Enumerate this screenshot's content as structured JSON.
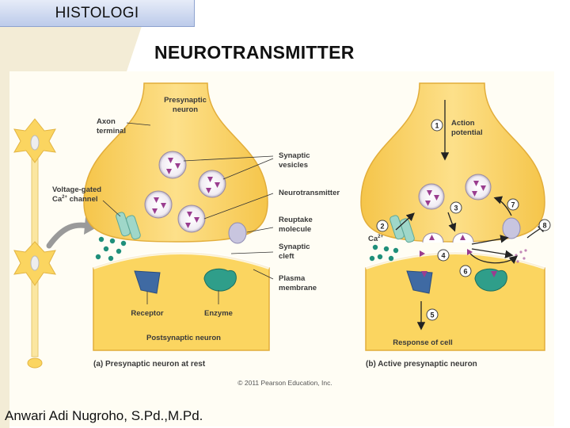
{
  "header": {
    "course_title": "HISTOLOGI",
    "slide_title": "NEUROTRANSMITTER"
  },
  "footer": {
    "author": "Anwari Adi Nugroho, S.Pd.,M.Pd."
  },
  "diagram": {
    "panel_a": {
      "labels": {
        "presynaptic_1": "Presynaptic",
        "presynaptic_2": "neuron",
        "axon_1": "Axon",
        "axon_2": "terminal",
        "vgc_1": "Voltage-gated",
        "vgc_2_pre": "Ca",
        "vgc_2_sup": "2+",
        "vgc_2_post": " channel",
        "vesicles_1": "Synaptic",
        "vesicles_2": "vesicles",
        "neurotransmitter": "Neurotransmitter",
        "reuptake_1": "Reuptake",
        "reuptake_2": "molecule",
        "cleft_1": "Synaptic",
        "cleft_2": "cleft",
        "plasma_1": "Plasma",
        "plasma_2": "membrane",
        "receptor": "Receptor",
        "enzyme": "Enzyme",
        "postsynaptic": "Postsynaptic neuron"
      },
      "caption_letter": "(a)",
      "caption_text": " Presynaptic neuron at rest"
    },
    "panel_b": {
      "labels": {
        "action_1": "Action",
        "action_2": "potential",
        "ca_pre": "Ca",
        "ca_sup": "2+",
        "response": "Response of cell"
      },
      "steps": [
        "1",
        "2",
        "3",
        "4",
        "5",
        "6",
        "7",
        "8"
      ],
      "caption_letter": "(b)",
      "caption_text": " Active presynaptic neuron"
    },
    "copyright": "© 2011 Pearson Education, Inc."
  },
  "colors": {
    "neuron_yellow": "#fbd560",
    "neuron_dark": "#e9b43a",
    "panel_bg": "#fdf2c9",
    "channel": "#9fd7c9",
    "receptor": "#3f6aa3",
    "enzyme": "#2f9e8a",
    "vesicle_mark": "#9a3d8f",
    "reuptake": "#c8c5df",
    "ion": "#1f8f7a"
  }
}
